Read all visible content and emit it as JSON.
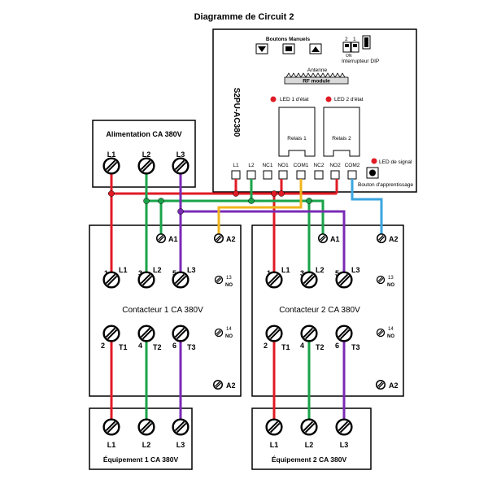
{
  "title": "Diagramme de Circuit 2",
  "colors": {
    "red": "#e01b24",
    "green": "#1aa34a",
    "purple": "#7a2bb5",
    "yellow": "#f0b41c",
    "blue": "#3aa6e0",
    "led": "#e01b24",
    "module_bg": "#d9d9d9"
  },
  "controller": {
    "model": "S2PU-AC380",
    "buttons_label": "Boutons Manuels",
    "dip": {
      "label": "Interrupteur DIP",
      "numbers": [
        "2",
        "1"
      ],
      "on_label": "ON"
    },
    "antenna_label": "Antenne",
    "rf_label": "RF module",
    "led1": "LED 1 d'état",
    "led2": "LED 2 d'état",
    "relay1": "Relais 1",
    "relay2": "Relais 2",
    "terminals": [
      "L1",
      "L2",
      "NC1",
      "NO1",
      "COM1",
      "NC2",
      "NO2",
      "COM2"
    ],
    "signal_led": "LED de signal",
    "learn_button": "Bouton d'apprentissage"
  },
  "power": {
    "title": "Alimentation CA 380V",
    "terminals": [
      "L1",
      "L2",
      "L3"
    ]
  },
  "contactor1": {
    "title": "Contacteur 1 CA 380V",
    "a1": "A1",
    "a2": "A2",
    "top_nums": [
      "1",
      "3",
      "5"
    ],
    "top_labels": [
      "L1",
      "L2",
      "L3"
    ],
    "bot_nums": [
      "2",
      "4",
      "6"
    ],
    "bot_labels": [
      "T1",
      "T2",
      "T3"
    ],
    "aux13": "13",
    "aux14": "14",
    "no": "NO"
  },
  "contactor2": {
    "title": "Contacteur 2 CA 380V",
    "a1": "A1",
    "a2": "A2",
    "top_nums": [
      "1",
      "3",
      "5"
    ],
    "top_labels": [
      "L1",
      "L2",
      "L3"
    ],
    "bot_nums": [
      "2",
      "4",
      "6"
    ],
    "bot_labels": [
      "T1",
      "T2",
      "T3"
    ],
    "aux13": "13",
    "aux14": "14",
    "no": "NO"
  },
  "equipment1": {
    "title": "Équipement 1 CA 380V",
    "terminals": [
      "L1",
      "L2",
      "L3"
    ]
  },
  "equipment2": {
    "title": "Équipement 2 CA 380V",
    "terminals": [
      "L1",
      "L2",
      "L3"
    ]
  }
}
